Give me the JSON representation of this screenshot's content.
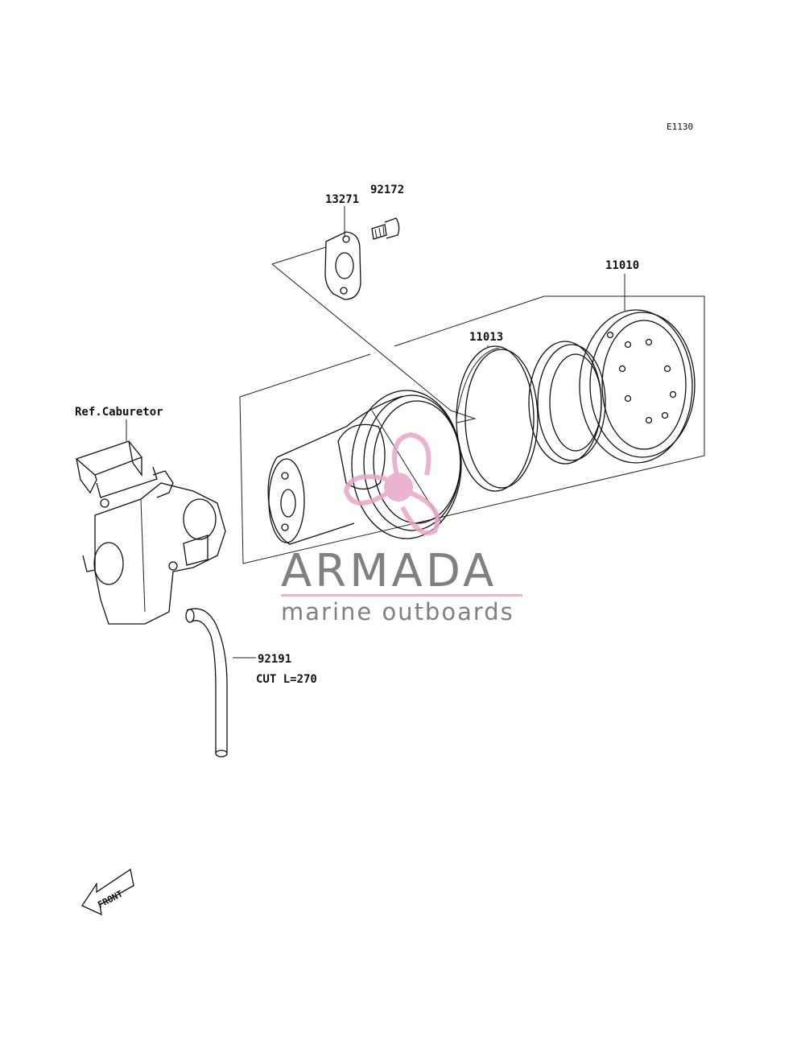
{
  "diagram": {
    "code": "E1130",
    "parts": {
      "gasket": "13271",
      "bolt": "92172",
      "air_cleaner_assy": "11010",
      "element": "11013",
      "hose": "92191",
      "hose_note": "CUT L=270"
    },
    "reference": "Ref.Caburetor",
    "front_arrow": "FRONT"
  },
  "watermark": {
    "brand": "ARMADA",
    "tagline": "marine outboards",
    "color_text": "#6b6b6b",
    "color_accent": "#e8a6c8"
  }
}
